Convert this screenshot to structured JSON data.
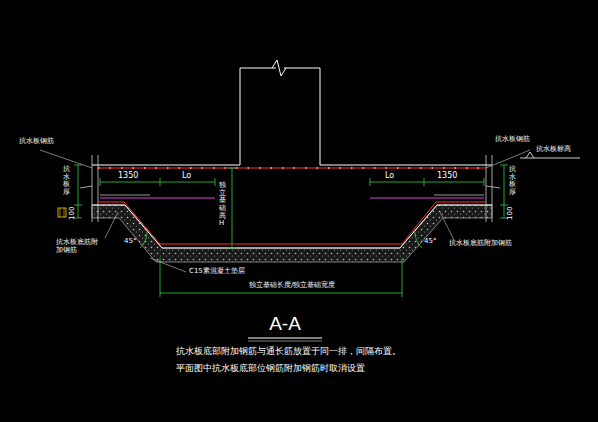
{
  "diagram": {
    "title": "A-A",
    "labels": [
      "抗水板钢筋",
      "抗水板钢筋",
      "抗水板标高",
      "抗水板厚",
      "抗水板厚",
      "100",
      "100",
      "1350",
      "Lo",
      "Lo",
      "1350",
      "抗水板底筋附加钢筋",
      "抗水板底筋附加钢筋",
      "45°",
      "45°",
      "独立基础高H",
      "C15素混凝土垫层",
      "独立基础长度/独立基础宽度",
      "抗水板底部附加钢筋与通长筋放置于同一排，间隔布置。",
      "平面图中抗水板底部位钢筋附加钢筋时取消设置"
    ]
  }
}
